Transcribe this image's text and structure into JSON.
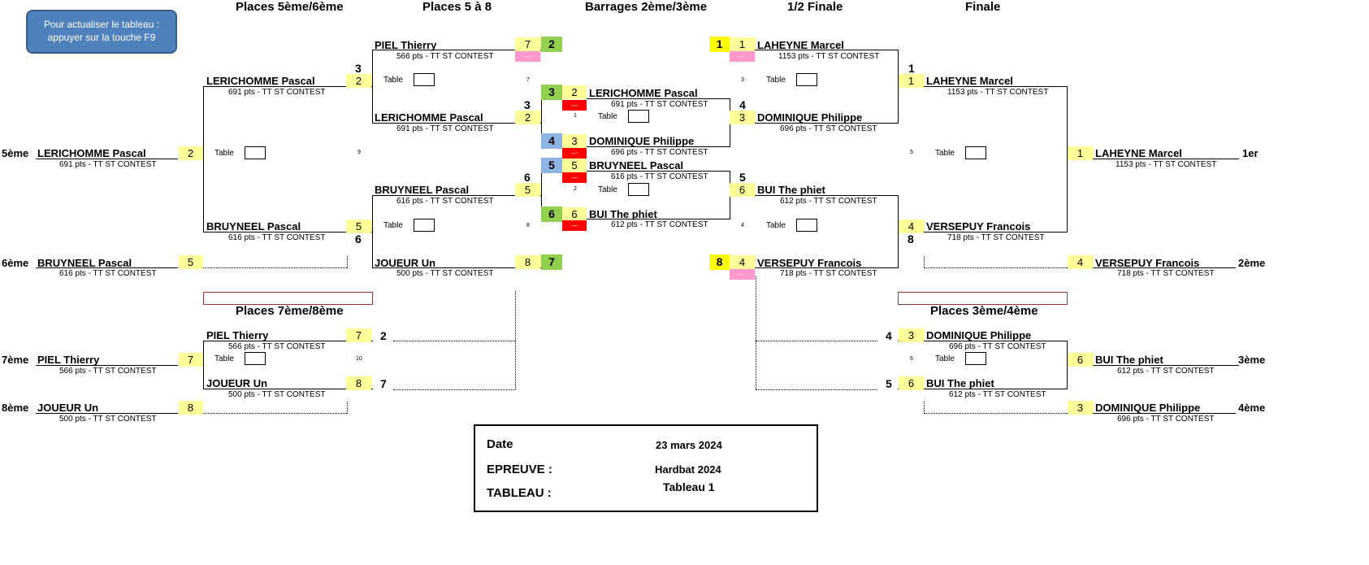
{
  "button": {
    "line1": "Pour actualiser le tableau :",
    "line2": "appuyer sur la touche F9"
  },
  "headers": {
    "places56": "Places 5ème/6ème",
    "places5a8": "Places 5 à 8",
    "barrages": "Barrages 2ème/3ème",
    "demi": "1/2 Finale",
    "finale": "Finale",
    "places78": "Places 7ème/8ème",
    "places34": "Places 3ème/4ème"
  },
  "table_label": "Table",
  "players": {
    "lerichomme": {
      "name": "LERICHOMME  Pascal",
      "pts": "691 pts - TT ST CONTEST"
    },
    "bruyneel": {
      "name": "BRUYNEEL  Pascal",
      "pts": "616 pts - TT ST CONTEST"
    },
    "piel": {
      "name": "PIEL  Thierry",
      "pts": "566 pts - TT ST CONTEST"
    },
    "joueur": {
      "name": "JOUEUR  Un",
      "pts": "500 pts - TT ST CONTEST"
    },
    "laheyne": {
      "name": "LAHEYNE  Marcel",
      "pts": "1153 pts - TT ST CONTEST"
    },
    "dominique": {
      "name": "DOMINIQUE  Philippe",
      "pts": "696 pts - TT ST CONTEST"
    },
    "bui": {
      "name": "BUI  The phiet",
      "pts": "612 pts - TT ST CONTEST"
    },
    "versepuy": {
      "name": "VERSEPUY  Francois",
      "pts": "718 pts - TT ST CONTEST"
    }
  },
  "ranks": {
    "r5": "5ème",
    "r6": "6ème",
    "r7": "7ème",
    "r8": "8ème",
    "r1": "1er",
    "r2": "2ème",
    "r3": "3ème",
    "r4": "4ème"
  },
  "seeds": {
    "s1": "1",
    "s2": "2",
    "s3": "3",
    "s4": "4",
    "s5": "5",
    "s6": "6",
    "s7": "7",
    "s8": "8"
  },
  "match_nums": {
    "m1": "1",
    "m2": "2",
    "m3": "3",
    "m4": "4",
    "m5": "5",
    "m6": "6",
    "m7": "7",
    "m8": "8",
    "m9": "9",
    "m10": "10"
  },
  "dash": "---",
  "info": {
    "date_label": "Date",
    "date_value": "23 mars 2024",
    "epreuve_label": "EPREUVE :",
    "epreuve_value": "Hardbat 2024",
    "tableau_label": "TABLEAU :",
    "tableau_value": "Tableau 1"
  }
}
